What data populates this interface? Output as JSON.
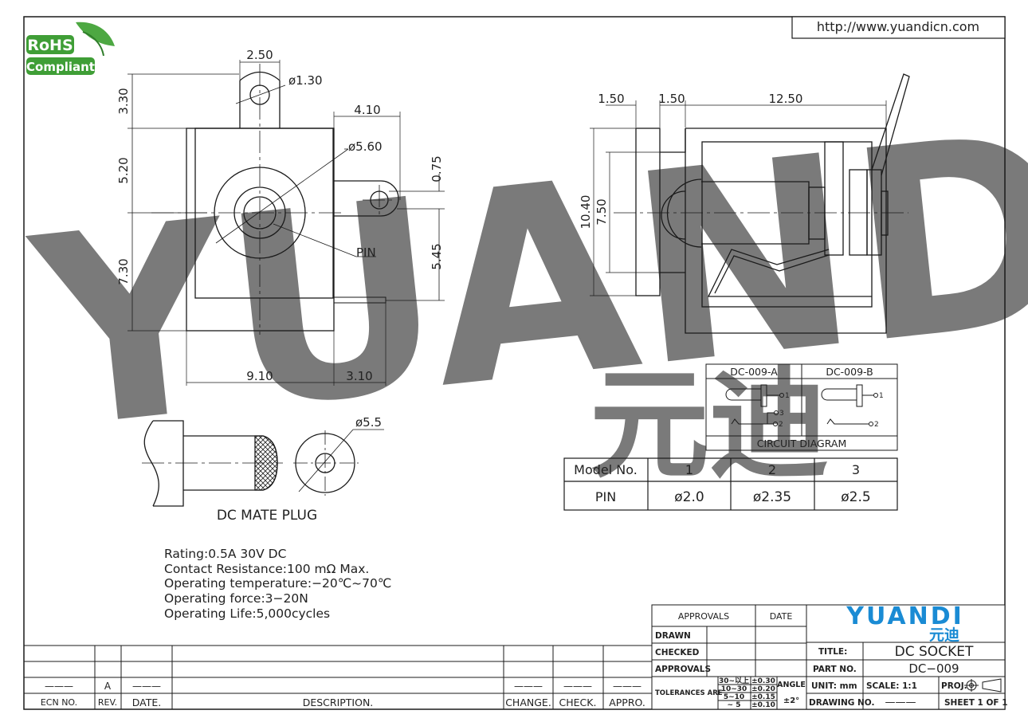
{
  "header": {
    "url": "http://www.yuandicn.com",
    "rohs_top": "RoHS",
    "rohs_bottom": "Compliant"
  },
  "watermark": {
    "latin": "YUANDI",
    "cjk": "元迪"
  },
  "front_view": {
    "dims": {
      "tab_width": "2.50",
      "tab_hole": "ø1.30",
      "tab_height": "3.30",
      "upper_height": "5.20",
      "lower_height": "7.30",
      "lug_length": "4.10",
      "barrel_diameter": "ø5.60",
      "lug_offset": "0.75",
      "pin_offset": "5.45",
      "body_width": "9.10",
      "lug_width": "3.10",
      "pin_label": "PIN"
    }
  },
  "side_view": {
    "dims": {
      "flange": "1.50",
      "gap": "1.50",
      "length": "12.50",
      "total_height": "10.40",
      "inner_height": "7.50"
    }
  },
  "mate_plug": {
    "label": "DC MATE PLUG",
    "diameter": "ø5.5"
  },
  "circuit_diagram": {
    "title": "CIRCUIT DIAGRAM",
    "variant_a": "DC-009-A",
    "variant_b": "DC-009-B",
    "pins": [
      "1",
      "2",
      "3"
    ]
  },
  "pin_table": {
    "headers": [
      "Model No.",
      "1",
      "2",
      "3"
    ],
    "rows": [
      [
        "PIN",
        "ø2.0",
        "ø2.35",
        "ø2.5"
      ]
    ]
  },
  "specs": [
    "Rating:0.5A  30V  DC",
    "Contact  Resistance:100  mΩ  Max.",
    "Operating  temperature:−20℃~70℃",
    "Operating  force:3−20N",
    "Operating  Life:5,000cycles"
  ],
  "revision_block": {
    "line": "———",
    "rev": "A",
    "labels": [
      "ECN NO.",
      "REV.",
      "DATE.",
      "DESCRIPTION.",
      "CHANGE.",
      "CHECK.",
      "APPRO."
    ]
  },
  "title_block": {
    "approvals": "APPROVALS",
    "date": "DATE",
    "drawn": "DRAWN",
    "checked": "CHECKED",
    "approvals2": "APPROVALS",
    "tolerances_are": "TOLERANCES ARE",
    "tolerances": [
      {
        "range": "30~以上",
        "tol": "±0.30"
      },
      {
        "range": "10~30",
        "tol": "±0.20"
      },
      {
        "range": "5~10",
        "tol": "±0.15"
      },
      {
        "range": "~ 5",
        "tol": "±0.10"
      }
    ],
    "angle": "ANGLE",
    "angle_tol": "±2°",
    "logo_latin": "YUANDI",
    "logo_cjk": "元迪",
    "title_label": "TITLE:",
    "title_value": "DC SOCKET",
    "part_label": "PART NO.",
    "part_value": "DC−009",
    "unit": "UNIT: mm",
    "scale": "SCALE:   1:1",
    "proj": "PROJ.",
    "drawing_label": "DRAWING NO.",
    "drawing_value": "———",
    "sheet": "SHEET   1  OF  1"
  },
  "colors": {
    "line": "#1a1a1a",
    "watermark": "#cfe3ef",
    "rohs_green": "#3f9e36",
    "logo_blue": "#1a8bd4"
  }
}
